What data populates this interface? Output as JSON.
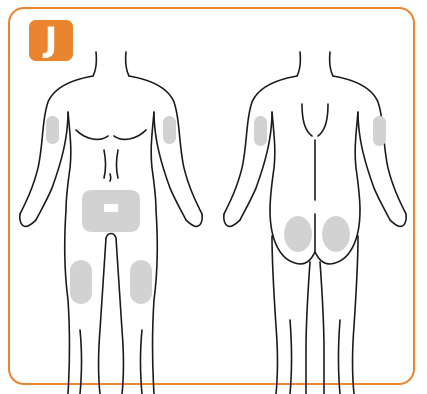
{
  "step": {
    "label": "J"
  },
  "colors": {
    "frame_accent": "#e8852e",
    "zone_fill": "#d2d2d2",
    "outline": "#1a1a1a"
  },
  "views": [
    "front",
    "back"
  ]
}
